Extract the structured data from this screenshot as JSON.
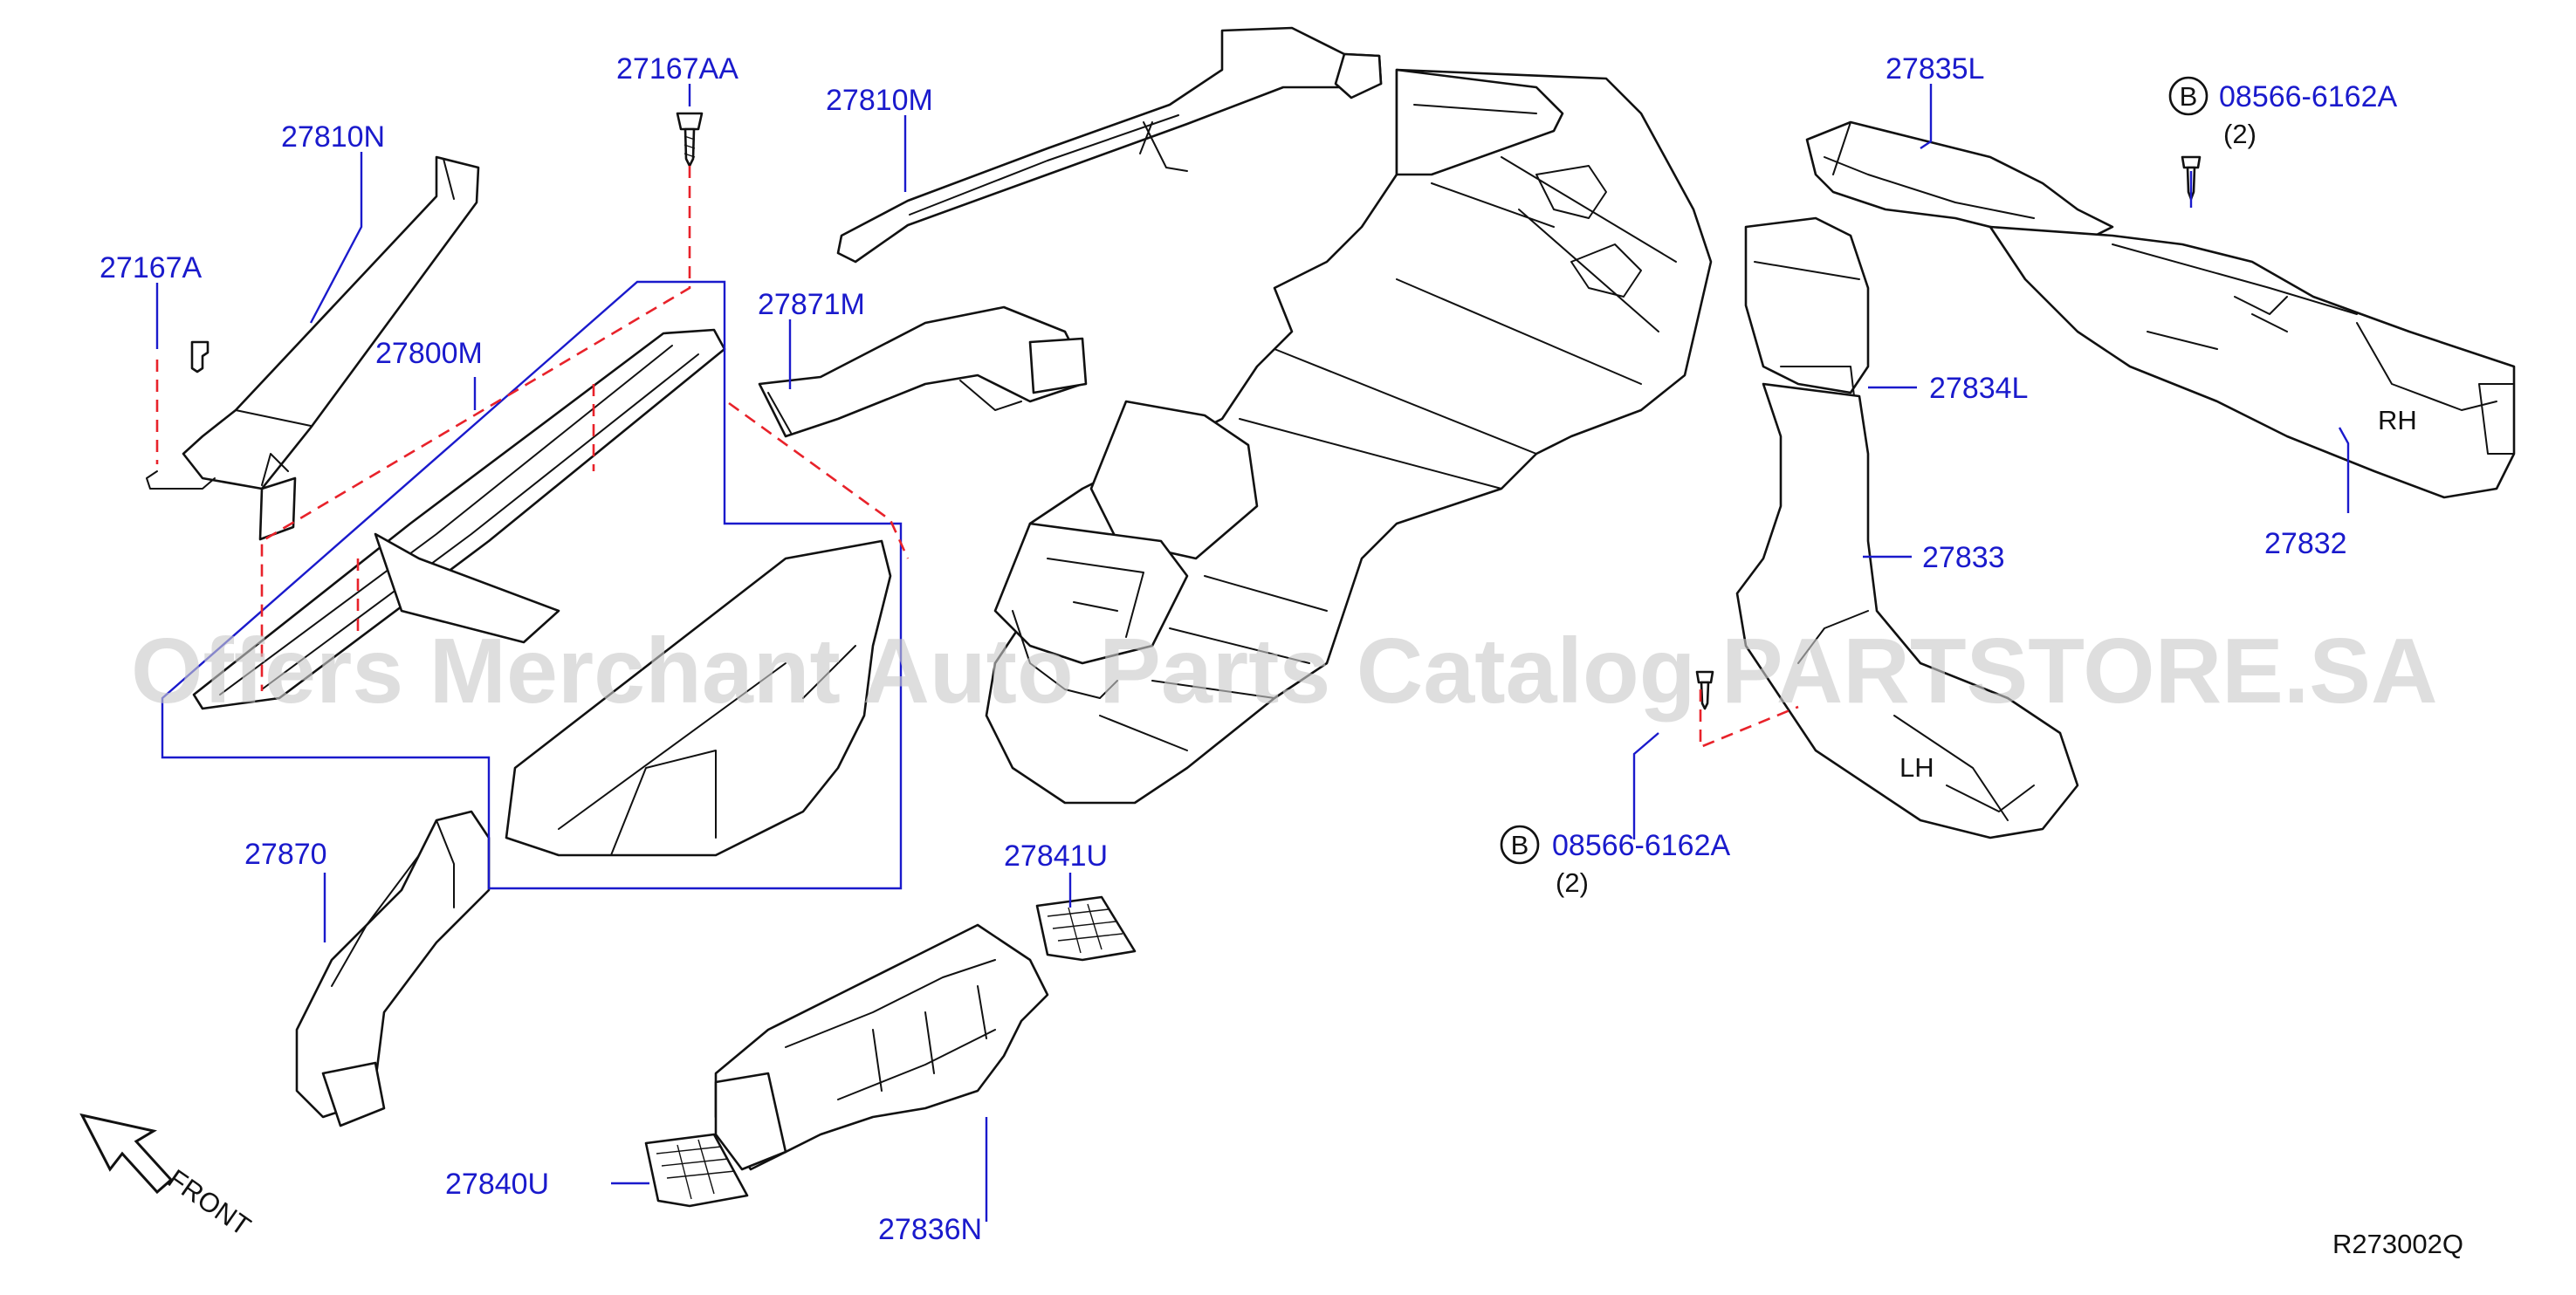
{
  "diagram_code": "R273002Q",
  "watermark": "Offers Merchant Auto Parts Catalog PARTSTORE.SA",
  "front_label": "FRONT",
  "colors": {
    "callout": "#1a1acc",
    "dashed_line": "#e8222a",
    "line_art": "#111111",
    "watermark": "#c9c9c9"
  },
  "callouts": {
    "p27810N": "27810N",
    "p27167A": "27167A",
    "p27167AA": "27167AA",
    "p27810M": "27810M",
    "p27800M": "27800M",
    "p27871M": "27871M",
    "p27835L": "27835L",
    "p27834L": "27834L",
    "p27833": "27833",
    "p27832": "27832",
    "p27870": "27870",
    "p27841U": "27841U",
    "p27840U": "27840U",
    "p27836N": "27836N"
  },
  "bolts": {
    "top": {
      "marker": "B",
      "part_no": "08566-6162A",
      "qty": "(2)"
    },
    "bottom": {
      "marker": "B",
      "part_no": "08566-6162A",
      "qty": "(2)"
    }
  },
  "side_labels": {
    "rh": "RH",
    "lh": "LH"
  }
}
